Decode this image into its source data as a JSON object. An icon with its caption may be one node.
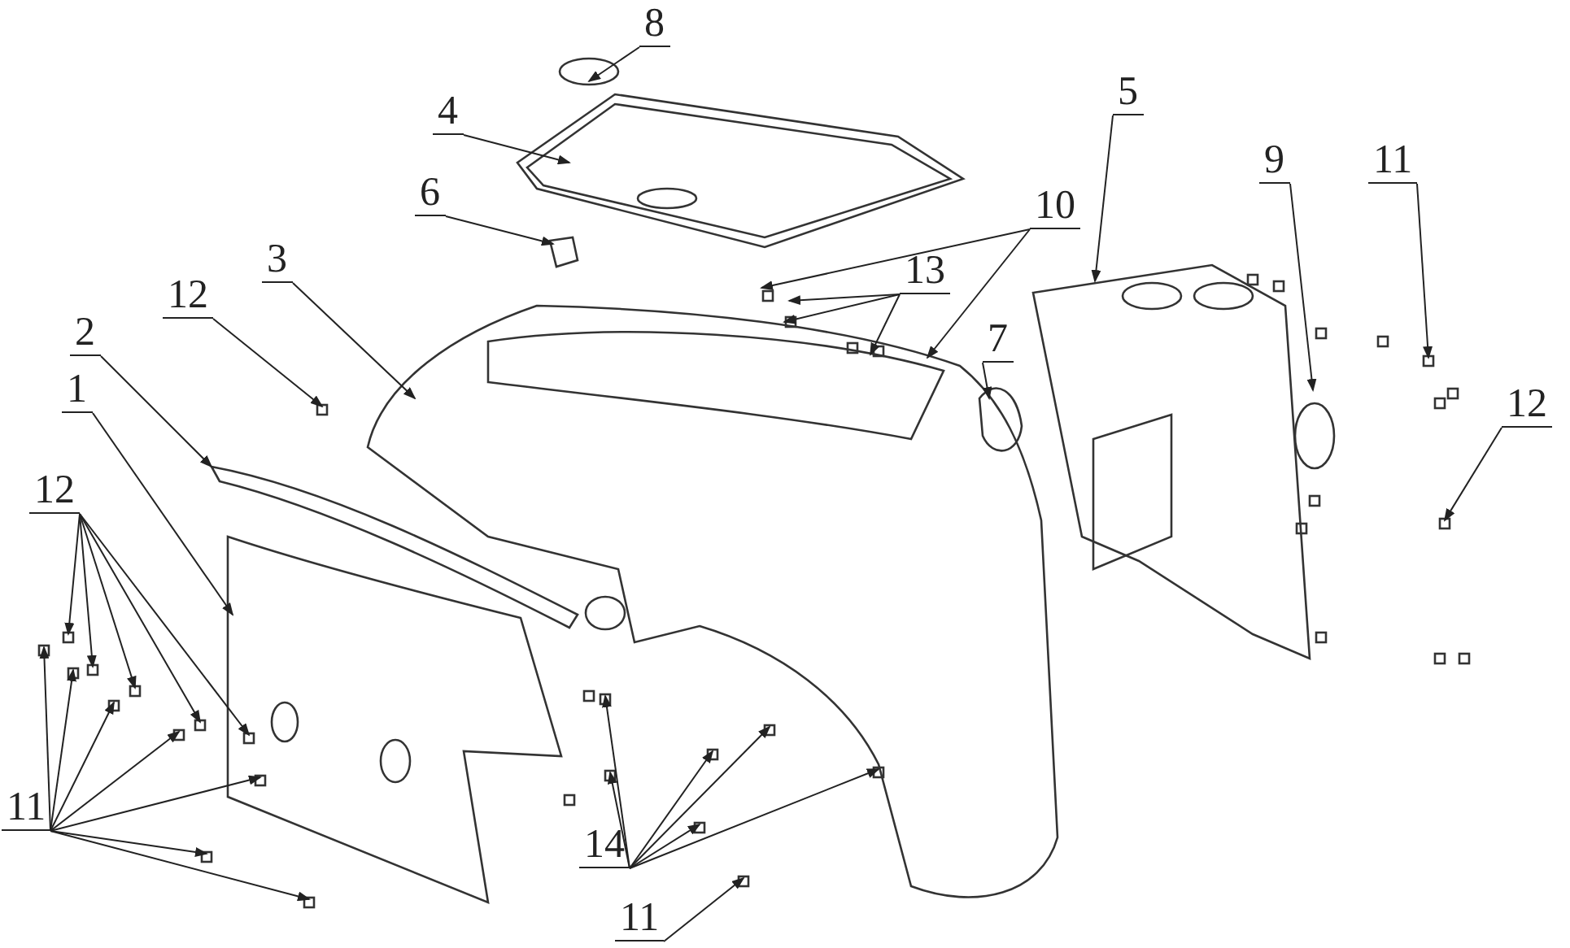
{
  "diagram": {
    "nodes": [
      {
        "text": [
          "8"
        ]
      },
      {
        "text": [
          "4"
        ]
      },
      {
        "text": [
          "5"
        ]
      },
      {
        "text": [
          "9"
        ]
      },
      {
        "text": [
          "11"
        ]
      },
      {
        "text": [
          "10"
        ]
      },
      {
        "text": [
          "6"
        ]
      },
      {
        "text": [
          "13"
        ]
      },
      {
        "text": [
          "3"
        ]
      },
      {
        "text": [
          "12"
        ]
      },
      {
        "text": [
          "7"
        ]
      },
      {
        "text": [
          "2"
        ]
      },
      {
        "text": [
          "1"
        ]
      },
      {
        "text": [
          "12"
        ]
      },
      {
        "text": [
          "12"
        ]
      },
      {
        "text": [
          "11"
        ]
      },
      {
        "text": [
          "14"
        ]
      },
      {
        "text": [
          "11"
        ]
      }
    ],
    "edges": [
      {
        "from": 0,
        "to": null,
        "arrow": "to"
      },
      {
        "from": 1,
        "to": null,
        "arrow": "to"
      },
      {
        "from": 2,
        "to": null,
        "arrow": "to"
      },
      {
        "from": 3,
        "to": null,
        "arrow": "to"
      },
      {
        "from": 4,
        "to": null,
        "arrow": "to"
      },
      {
        "from": 5,
        "to": null,
        "arrow": "to"
      },
      {
        "from": 5,
        "to": null,
        "arrow": "to"
      },
      {
        "from": 6,
        "to": null,
        "arrow": "to"
      },
      {
        "from": 7,
        "to": null,
        "arrow": "to"
      },
      {
        "from": 7,
        "to": null,
        "arrow": "to"
      },
      {
        "from": 7,
        "to": null,
        "arrow": "to"
      },
      {
        "from": 8,
        "to": null,
        "arrow": "to"
      },
      {
        "from": 9,
        "to": null,
        "arrow": "to"
      },
      {
        "from": 10,
        "to": null,
        "arrow": "to"
      },
      {
        "from": 11,
        "to": null,
        "arrow": "to"
      },
      {
        "from": 12,
        "to": null,
        "arrow": "to"
      },
      {
        "from": 13,
        "to": null,
        "arrow": "to"
      },
      {
        "from": 14,
        "to": null,
        "arrow": "to"
      },
      {
        "from": 14,
        "to": null,
        "arrow": "to"
      },
      {
        "from": 14,
        "to": null,
        "arrow": "to"
      },
      {
        "from": 14,
        "to": null,
        "arrow": "to"
      },
      {
        "from": 14,
        "to": null,
        "arrow": "to"
      },
      {
        "from": 15,
        "to": null,
        "arrow": "to"
      },
      {
        "from": 15,
        "to": null,
        "arrow": "to"
      },
      {
        "from": 15,
        "to": null,
        "arrow": "to"
      },
      {
        "from": 15,
        "to": null,
        "arrow": "to"
      },
      {
        "from": 15,
        "to": null,
        "arrow": "to"
      },
      {
        "from": 15,
        "to": null,
        "arrow": "to"
      },
      {
        "from": 15,
        "to": null,
        "arrow": "to"
      },
      {
        "from": 16,
        "to": null,
        "arrow": "to"
      },
      {
        "from": 16,
        "to": null,
        "arrow": "to"
      },
      {
        "from": 16,
        "to": null,
        "arrow": "to"
      },
      {
        "from": 16,
        "to": null,
        "arrow": "to"
      },
      {
        "from": 16,
        "to": null,
        "arrow": "to"
      },
      {
        "from": 16,
        "to": null,
        "arrow": "to"
      },
      {
        "from": 17,
        "to": null,
        "arrow": "to"
      }
    ]
  }
}
